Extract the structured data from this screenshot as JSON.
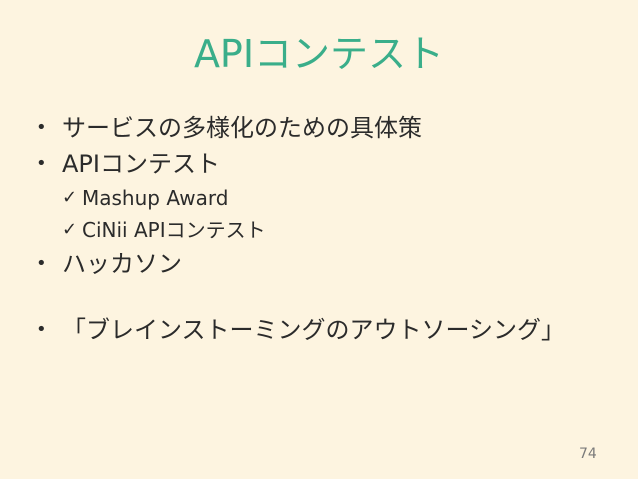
{
  "slide": {
    "title": "APIコンテスト",
    "bullets": [
      {
        "marker": "•",
        "text": "サービスの多様化のための具体策"
      },
      {
        "marker": "•",
        "text": "APIコンテスト"
      },
      {
        "marker": "•",
        "text": "ハッカソン"
      },
      {
        "marker": "•",
        "text": "「ブレインストーミングのアウトソーシング」"
      }
    ],
    "subitems": [
      {
        "marker": "✓",
        "text": "Mashup Award"
      },
      {
        "marker": "✓",
        "text": "CiNii APIコンテスト"
      }
    ],
    "page_number": "74"
  }
}
